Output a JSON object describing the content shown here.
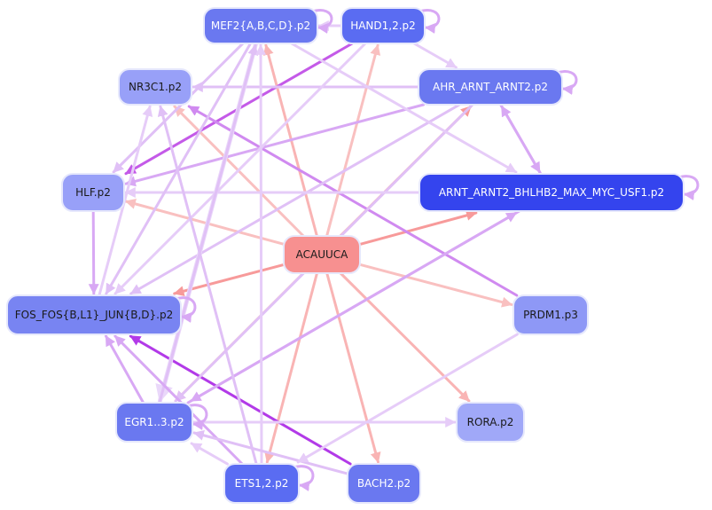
{
  "network": {
    "nodes": [
      {
        "id": "mef2",
        "name": "node-mef2",
        "label": "MEF2{A,B,C,D}.p2",
        "fill": "#6a78f0",
        "text": "#ffffff"
      },
      {
        "id": "hand",
        "name": "node-hand",
        "label": "HAND1,2.p2",
        "fill": "#5a6cf2",
        "text": "#ffffff"
      },
      {
        "id": "nr3c1",
        "name": "node-nr3c1",
        "label": "NR3C1.p2",
        "fill": "#98a0f8",
        "text": "#1a1a1a"
      },
      {
        "id": "ahr",
        "name": "node-ahr",
        "label": "AHR_ARNT_ARNT2.p2",
        "fill": "#6a78f0",
        "text": "#ffffff"
      },
      {
        "id": "hlf",
        "name": "node-hlf",
        "label": "HLF.p2",
        "fill": "#98a0f8",
        "text": "#1a1a1a"
      },
      {
        "id": "arnt",
        "name": "node-arnt",
        "label": "ARNT_ARNT2_BHLHB2_MAX_MYC_USF1.p2",
        "fill": "#3444ee",
        "text": "#ffffff"
      },
      {
        "id": "center",
        "name": "node-acauuca",
        "label": "ACAUUCA",
        "fill": "#f79090",
        "text": "#1a1a1a"
      },
      {
        "id": "fos",
        "name": "node-fos",
        "label": "FOS_FOS{B,L1}_JUN{B,D}.p2",
        "fill": "#7884f2",
        "text": "#1a1a1a"
      },
      {
        "id": "prdm1",
        "name": "node-prdm1",
        "label": "PRDM1.p3",
        "fill": "#8e98f6",
        "text": "#1a1a1a"
      },
      {
        "id": "egr",
        "name": "node-egr",
        "label": "EGR1..3.p2",
        "fill": "#6a78f0",
        "text": "#ffffff"
      },
      {
        "id": "rora",
        "name": "node-rora",
        "label": "RORA.p2",
        "fill": "#a0a8f8",
        "text": "#1a1a1a"
      },
      {
        "id": "ets",
        "name": "node-ets",
        "label": "ETS1,2.p2",
        "fill": "#5a6cf2",
        "text": "#ffffff"
      },
      {
        "id": "bach2",
        "name": "node-bach2",
        "label": "BACH2.p2",
        "fill": "#6a78f0",
        "text": "#ffffff"
      }
    ],
    "edges": [
      {
        "from": "center",
        "to": "ahr",
        "color": "#f79a9a",
        "w": 3
      },
      {
        "from": "center",
        "to": "arnt",
        "color": "#f79a9a",
        "w": 3
      },
      {
        "from": "center",
        "to": "fos",
        "color": "#f79a9a",
        "w": 3
      },
      {
        "from": "center",
        "to": "mef2",
        "color": "#f9b4b4",
        "w": 3
      },
      {
        "from": "center",
        "to": "hand",
        "color": "#f9c0c0",
        "w": 3
      },
      {
        "from": "center",
        "to": "nr3c1",
        "color": "#f9c0c0",
        "w": 3
      },
      {
        "from": "center",
        "to": "hlf",
        "color": "#f9c0c0",
        "w": 3
      },
      {
        "from": "center",
        "to": "prdm1",
        "color": "#f9c0c0",
        "w": 3
      },
      {
        "from": "center",
        "to": "rora",
        "color": "#f9b4b4",
        "w": 3
      },
      {
        "from": "center",
        "to": "egr",
        "color": "#f9c0c0",
        "w": 3
      },
      {
        "from": "center",
        "to": "ets",
        "color": "#f9b4b4",
        "w": 3
      },
      {
        "from": "center",
        "to": "bach2",
        "color": "#f9b4b4",
        "w": 3
      },
      {
        "from": "bach2",
        "to": "fos",
        "color": "#b23ae8",
        "w": 3
      },
      {
        "from": "hand",
        "to": "hlf",
        "color": "#c45ae8",
        "w": 3
      },
      {
        "from": "prdm1",
        "to": "nr3c1",
        "color": "#d08af0",
        "w": 3
      },
      {
        "from": "ahr",
        "to": "nr3c1",
        "color": "#e0c0f6",
        "w": 3
      },
      {
        "from": "ahr",
        "to": "hlf",
        "color": "#d8a8f4",
        "w": 3
      },
      {
        "from": "ahr",
        "to": "fos",
        "color": "#e0c0f6",
        "w": 3
      },
      {
        "from": "ahr",
        "to": "egr",
        "color": "#e0c0f6",
        "w": 3
      },
      {
        "from": "ahr",
        "to": "arnt",
        "color": "#d8a8f4",
        "w": 3
      },
      {
        "from": "arnt",
        "to": "ahr",
        "color": "#d8a8f4",
        "w": 3
      },
      {
        "from": "arnt",
        "to": "hlf",
        "color": "#e6ccf8",
        "w": 3
      },
      {
        "from": "arnt",
        "to": "egr",
        "color": "#d8a8f4",
        "w": 3
      },
      {
        "from": "mef2",
        "to": "arnt",
        "color": "#e6ccf8",
        "w": 3
      },
      {
        "from": "mef2",
        "to": "fos",
        "color": "#e0c0f6",
        "w": 3
      },
      {
        "from": "mef2",
        "to": "hlf",
        "color": "#e0c0f6",
        "w": 3
      },
      {
        "from": "mef2",
        "to": "egr",
        "color": "#ead8fa",
        "w": 5
      },
      {
        "from": "hand",
        "to": "ahr",
        "color": "#e6ccf8",
        "w": 3
      },
      {
        "from": "hand",
        "to": "mef2",
        "color": "#e6ccf8",
        "w": 3
      },
      {
        "from": "hand",
        "to": "fos",
        "color": "#e6ccf8",
        "w": 3
      },
      {
        "from": "hlf",
        "to": "fos",
        "color": "#d8a8f4",
        "w": 3
      },
      {
        "from": "egr",
        "to": "fos",
        "color": "#d8a8f4",
        "w": 3
      },
      {
        "from": "egr",
        "to": "mef2",
        "color": "#e0c0f6",
        "w": 3
      },
      {
        "from": "egr",
        "to": "rora",
        "color": "#e6ccf8",
        "w": 3
      },
      {
        "from": "egr",
        "to": "arnt",
        "color": "#d8a8f4",
        "w": 3
      },
      {
        "from": "ets",
        "to": "mef2",
        "color": "#e6ccf8",
        "w": 3
      },
      {
        "from": "ets",
        "to": "nr3c1",
        "color": "#e0c0f6",
        "w": 3
      },
      {
        "from": "ets",
        "to": "egr",
        "color": "#e6ccf8",
        "w": 3
      },
      {
        "from": "ets",
        "to": "fos",
        "color": "#d8a8f4",
        "w": 3
      },
      {
        "from": "bach2",
        "to": "egr",
        "color": "#e0c0f6",
        "w": 3
      },
      {
        "from": "prdm1",
        "to": "ets",
        "color": "#e6ccf8",
        "w": 3
      },
      {
        "from": "fos",
        "to": "nr3c1",
        "color": "#e6ccf8",
        "w": 3
      }
    ],
    "self_loops": [
      "mef2",
      "hand",
      "ahr",
      "arnt",
      "fos",
      "egr",
      "ets"
    ]
  }
}
